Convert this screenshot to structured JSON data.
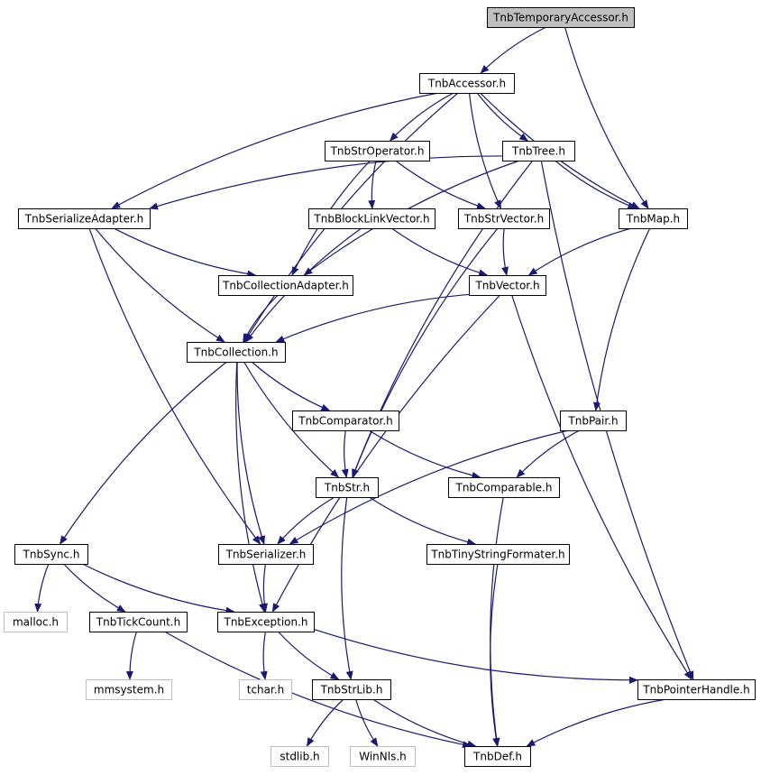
{
  "colors": {
    "edge": "#191970",
    "node_border": "#000000",
    "node_border_external": "#bfbfbf",
    "root_fill": "#bfbfbf",
    "node_fill": "#ffffff",
    "text": "#000000"
  },
  "nodes": [
    {
      "id": "TnbTemporaryAccessor",
      "label": "TnbTemporaryAccessor.h",
      "kind": "root"
    },
    {
      "id": "TnbAccessor",
      "label": "TnbAccessor.h",
      "kind": "normal"
    },
    {
      "id": "TnbStrOperator",
      "label": "TnbStrOperator.h",
      "kind": "normal"
    },
    {
      "id": "TnbTree",
      "label": "TnbTree.h",
      "kind": "normal"
    },
    {
      "id": "TnbSerializeAdapter",
      "label": "TnbSerializeAdapter.h",
      "kind": "normal"
    },
    {
      "id": "TnbBlockLinkVector",
      "label": "TnbBlockLinkVector.h",
      "kind": "normal"
    },
    {
      "id": "TnbStrVector",
      "label": "TnbStrVector.h",
      "kind": "normal"
    },
    {
      "id": "TnbMap",
      "label": "TnbMap.h",
      "kind": "normal"
    },
    {
      "id": "TnbCollectionAdapter",
      "label": "TnbCollectionAdapter.h",
      "kind": "normal"
    },
    {
      "id": "TnbVector",
      "label": "TnbVector.h",
      "kind": "normal"
    },
    {
      "id": "TnbCollection",
      "label": "TnbCollection.h",
      "kind": "normal"
    },
    {
      "id": "TnbComparator",
      "label": "TnbComparator.h",
      "kind": "normal"
    },
    {
      "id": "TnbPair",
      "label": "TnbPair.h",
      "kind": "normal"
    },
    {
      "id": "TnbStr",
      "label": "TnbStr.h",
      "kind": "normal"
    },
    {
      "id": "TnbComparable",
      "label": "TnbComparable.h",
      "kind": "normal"
    },
    {
      "id": "TnbSync",
      "label": "TnbSync.h",
      "kind": "normal"
    },
    {
      "id": "TnbSerializer",
      "label": "TnbSerializer.h",
      "kind": "normal"
    },
    {
      "id": "TnbTinyStringFormater",
      "label": "TnbTinyStringFormater.h",
      "kind": "normal"
    },
    {
      "id": "malloc",
      "label": "malloc.h",
      "kind": "external"
    },
    {
      "id": "TnbTickCount",
      "label": "TnbTickCount.h",
      "kind": "normal"
    },
    {
      "id": "TnbException",
      "label": "TnbException.h",
      "kind": "normal"
    },
    {
      "id": "mmsystem",
      "label": "mmsystem.h",
      "kind": "external"
    },
    {
      "id": "tchar",
      "label": "tchar.h",
      "kind": "external"
    },
    {
      "id": "TnbStrLib",
      "label": "TnbStrLib.h",
      "kind": "normal"
    },
    {
      "id": "TnbPointerHandle",
      "label": "TnbPointerHandle.h",
      "kind": "normal"
    },
    {
      "id": "stdlib",
      "label": "stdlib.h",
      "kind": "external"
    },
    {
      "id": "WinNls",
      "label": "WinNls.h",
      "kind": "external"
    },
    {
      "id": "TnbDef",
      "label": "TnbDef.h",
      "kind": "normal"
    }
  ],
  "edges": [
    [
      "TnbTemporaryAccessor",
      "TnbAccessor"
    ],
    [
      "TnbTemporaryAccessor",
      "TnbMap"
    ],
    [
      "TnbAccessor",
      "TnbStrOperator"
    ],
    [
      "TnbAccessor",
      "TnbTree"
    ],
    [
      "TnbAccessor",
      "TnbSerializeAdapter"
    ],
    [
      "TnbAccessor",
      "TnbStrVector"
    ],
    [
      "TnbAccessor",
      "TnbMap"
    ],
    [
      "TnbAccessor",
      "TnbCollection"
    ],
    [
      "TnbStrOperator",
      "TnbBlockLinkVector"
    ],
    [
      "TnbStrOperator",
      "TnbStrVector"
    ],
    [
      "TnbStrOperator",
      "TnbCollectionAdapter"
    ],
    [
      "TnbTree",
      "TnbSerializeAdapter"
    ],
    [
      "TnbTree",
      "TnbMap"
    ],
    [
      "TnbTree",
      "TnbCollectionAdapter"
    ],
    [
      "TnbTree",
      "TnbStr"
    ],
    [
      "TnbTree",
      "TnbPointerHandle"
    ],
    [
      "TnbSerializeAdapter",
      "TnbCollectionAdapter"
    ],
    [
      "TnbSerializeAdapter",
      "TnbCollection"
    ],
    [
      "TnbSerializeAdapter",
      "TnbSerializer"
    ],
    [
      "TnbBlockLinkVector",
      "TnbVector"
    ],
    [
      "TnbBlockLinkVector",
      "TnbCollection"
    ],
    [
      "TnbStrVector",
      "TnbVector"
    ],
    [
      "TnbStrVector",
      "TnbStr"
    ],
    [
      "TnbMap",
      "TnbVector"
    ],
    [
      "TnbMap",
      "TnbPair"
    ],
    [
      "TnbCollectionAdapter",
      "TnbCollection"
    ],
    [
      "TnbVector",
      "TnbCollection"
    ],
    [
      "TnbVector",
      "TnbException"
    ],
    [
      "TnbVector",
      "TnbPointerHandle"
    ],
    [
      "TnbCollection",
      "TnbComparator"
    ],
    [
      "TnbCollection",
      "TnbStr"
    ],
    [
      "TnbCollection",
      "TnbSync"
    ],
    [
      "TnbCollection",
      "TnbSerializer"
    ],
    [
      "TnbCollection",
      "TnbException"
    ],
    [
      "TnbComparator",
      "TnbStr"
    ],
    [
      "TnbComparator",
      "TnbComparable"
    ],
    [
      "TnbPair",
      "TnbComparable"
    ],
    [
      "TnbPair",
      "TnbSerializer"
    ],
    [
      "TnbStr",
      "TnbSerializer"
    ],
    [
      "TnbStr",
      "TnbTinyStringFormater"
    ],
    [
      "TnbStr",
      "TnbStrLib"
    ],
    [
      "TnbComparable",
      "TnbDef"
    ],
    [
      "TnbSync",
      "malloc"
    ],
    [
      "TnbSync",
      "TnbTickCount"
    ],
    [
      "TnbSync",
      "TnbException"
    ],
    [
      "TnbSerializer",
      "TnbException"
    ],
    [
      "TnbTinyStringFormater",
      "TnbDef"
    ],
    [
      "TnbTickCount",
      "mmsystem"
    ],
    [
      "TnbTickCount",
      "TnbDef"
    ],
    [
      "TnbException",
      "tchar"
    ],
    [
      "TnbException",
      "TnbStrLib"
    ],
    [
      "TnbException",
      "TnbPointerHandle"
    ],
    [
      "TnbStrLib",
      "stdlib"
    ],
    [
      "TnbStrLib",
      "WinNls"
    ],
    [
      "TnbStrLib",
      "TnbDef"
    ],
    [
      "TnbPointerHandle",
      "TnbDef"
    ]
  ]
}
